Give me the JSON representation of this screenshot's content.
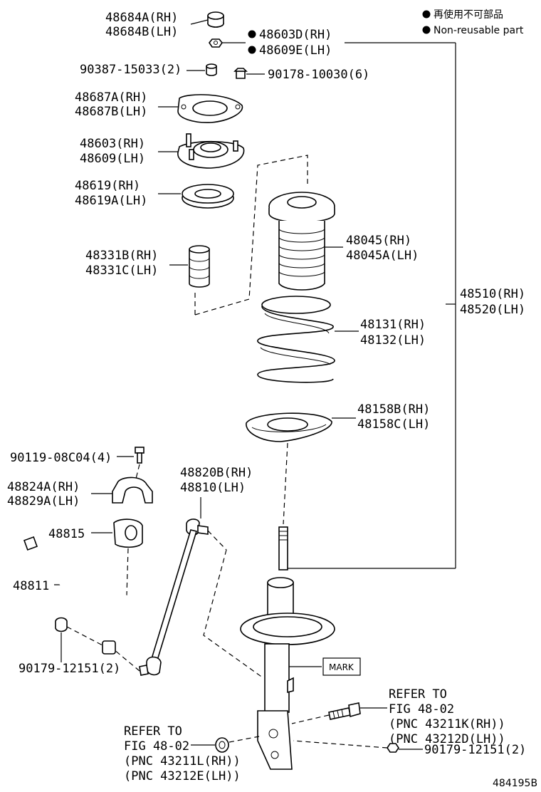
{
  "legend": {
    "line1": "再使用不可部品",
    "line2": "Non-reusable part"
  },
  "labels": {
    "p48684a": "48684A(RH)",
    "p48684b": "48684B(LH)",
    "p48603d": "48603D(RH)",
    "p48609e": "48609E(LH)",
    "p90387": "90387-15033(2)",
    "p90178": "90178-10030(6)",
    "p48687a": "48687A(RH)",
    "p48687b": "48687B(LH)",
    "p48603": "48603(RH)",
    "p48609": "48609(LH)",
    "p48619": "48619(RH)",
    "p48619a": "48619A(LH)",
    "p48045": "48045(RH)",
    "p48045a": "48045A(LH)",
    "p48331b": "48331B(RH)",
    "p48331c": "48331C(LH)",
    "p48510": "48510(RH)",
    "p48520": "48520(LH)",
    "p48131": "48131(RH)",
    "p48132": "48132(LH)",
    "p48158b": "48158B(RH)",
    "p48158c": "48158C(LH)",
    "p90119": "90119-08C04(4)",
    "p48820b": "48820B(RH)",
    "p48810": "48810(LH)",
    "p48824a": "48824A(RH)",
    "p48829a": "48829A(LH)",
    "p48815": "48815",
    "p48811": "48811",
    "p90179a": "90179-12151(2)",
    "mark": "MARK",
    "refer_r1": "REFER TO",
    "refer_r2": "FIG 48-02",
    "refer_r3": "(PNC 43211K(RH))",
    "refer_r4": "(PNC 43212D(LH))",
    "p90179b": "90179-12151(2)",
    "refer_l1": "REFER TO",
    "refer_l2": "FIG 48-02",
    "refer_l3": "(PNC 43211L(RH))",
    "refer_l4": "(PNC 43212E(LH))",
    "figure_id": "484195B"
  }
}
